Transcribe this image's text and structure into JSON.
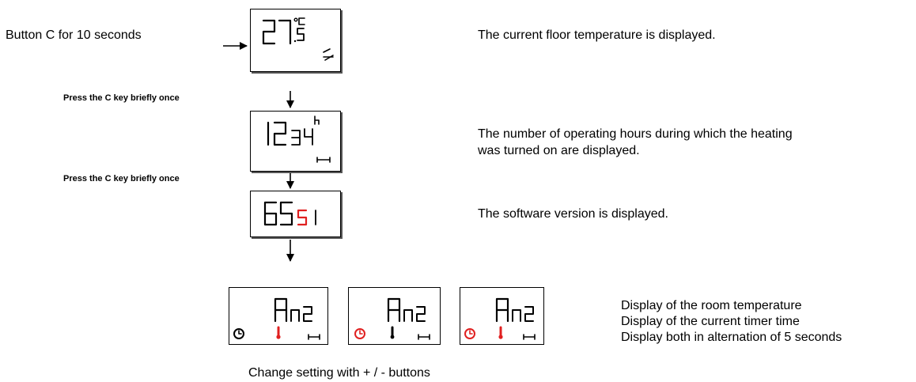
{
  "steps": {
    "start_label": "Button C for 10 seconds",
    "press_label_1": "Press the C key briefly once",
    "press_label_2": "Press the C key briefly once"
  },
  "descriptions": {
    "floor_temp": "The current floor temperature is displayed.",
    "hours_line1": "The number of operating hours during which the heating",
    "hours_line2": "was turned on are displayed.",
    "software": "The software version is displayed."
  },
  "bottom": {
    "line1": "Display of the room temperature",
    "line2": "Display of the current timer time",
    "line3": "Display both in alternation of 5 seconds",
    "caption": "Change setting with + / - buttons"
  },
  "displays": {
    "floor_temp_digits": "27",
    "floor_temp_decimal": "5",
    "floor_temp_unit": "°C",
    "hours_digits": "12",
    "hours_small": "34",
    "hours_unit": "h",
    "version_black": "65",
    "version_red": "5",
    "version_small": "1",
    "mode_text": "An2"
  },
  "colors": {
    "red": "#e02020",
    "black": "#000000"
  }
}
